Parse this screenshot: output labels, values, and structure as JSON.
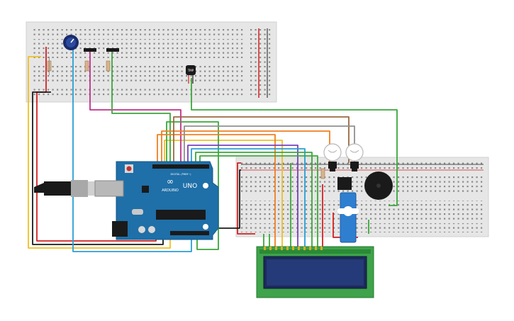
{
  "board": {
    "logo": "∞",
    "brand": "ARDUINO",
    "model": "UNO",
    "digital_label": "DIGITAL (PWM~)"
  },
  "colors": {
    "canvas": "#ffffff",
    "breadboard": "#e8e8e8",
    "arduino": "#1f6fa8",
    "lcd_pcb": "#3ea34a",
    "lcd_screen": "#1c2a5a",
    "servo": "#2f7fd1",
    "buzzer": "#1a1a1a",
    "wire_red": "#d42020",
    "wire_black": "#1a1a1a",
    "wire_yellow": "#f0c020",
    "wire_green": "#3aa83a",
    "wire_blue": "#2a9fd6",
    "wire_magenta": "#c0308a",
    "wire_orange": "#f08020",
    "wire_brown": "#9a6a40",
    "wire_purple": "#7a40c0",
    "wire_grey": "#909090"
  },
  "components": [
    {
      "name": "breadboard-top",
      "icon": "breadboard"
    },
    {
      "name": "breadboard-right",
      "icon": "breadboard"
    },
    {
      "name": "potentiometer",
      "icon": "knob"
    },
    {
      "name": "arduino-uno",
      "icon": "microcontroller"
    },
    {
      "name": "lcd-16x2",
      "icon": "display"
    },
    {
      "name": "servo-motor",
      "icon": "servo"
    },
    {
      "name": "piezo-buzzer",
      "icon": "buzzer"
    },
    {
      "name": "light-bulb-1",
      "icon": "bulb"
    },
    {
      "name": "light-bulb-2",
      "icon": "bulb"
    },
    {
      "name": "temperature-sensor",
      "icon": "sensor"
    },
    {
      "name": "usb-cable",
      "icon": "usb"
    }
  ]
}
